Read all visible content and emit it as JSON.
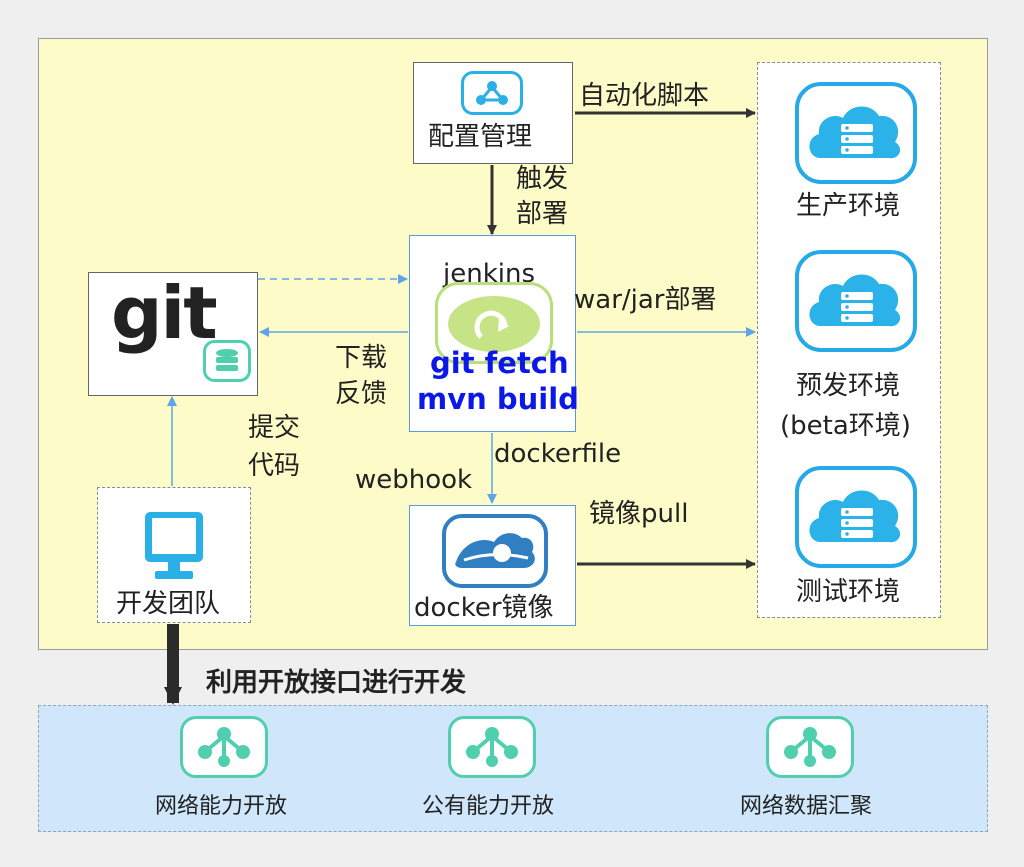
{
  "nodes": {
    "config": "配置管理",
    "jenkins": "jenkins",
    "jenkins_cmd1": "git fetch",
    "jenkins_cmd2": "mvn build",
    "git": "git",
    "docker": "docker镜像",
    "team": "开发团队"
  },
  "environments": {
    "prod": "生产环境",
    "pre_line1": "预发环境",
    "pre_line2": "(beta环境)",
    "test": "测试环境"
  },
  "edges": {
    "auto_script": "自动化脚本",
    "trigger_line1": "触发",
    "trigger_line2": "部署",
    "war_jar": "war/jar部署",
    "download_line1": "下载",
    "download_line2": "反馈",
    "commit_line1": "提交",
    "commit_line2": "代码",
    "dockerfile": "dockerfile",
    "webhook": "webhook",
    "image_pull": "镜像pull"
  },
  "open_api": {
    "title": "利用开放接口进行开发",
    "items": [
      "网络能力开放",
      "公有能力开放",
      "网络数据汇聚"
    ]
  },
  "icons": {
    "environment": "cloud-server-icon",
    "open_api": "network-share-icon",
    "config": "share-icon",
    "git_repo": "database-icon",
    "team": "monitor-icon",
    "docker": "docker-icon",
    "jenkins": "jenkins-refresh-icon"
  },
  "colors": {
    "main_bg": "#fdfbc8",
    "bottom_bg": "#cfe6fb",
    "accent_blue": "#26a9e6",
    "accent_green": "#4fcfae",
    "cmd_text": "#0c18e8",
    "arrow_dark": "#333333",
    "arrow_light": "#5ea4e8"
  }
}
